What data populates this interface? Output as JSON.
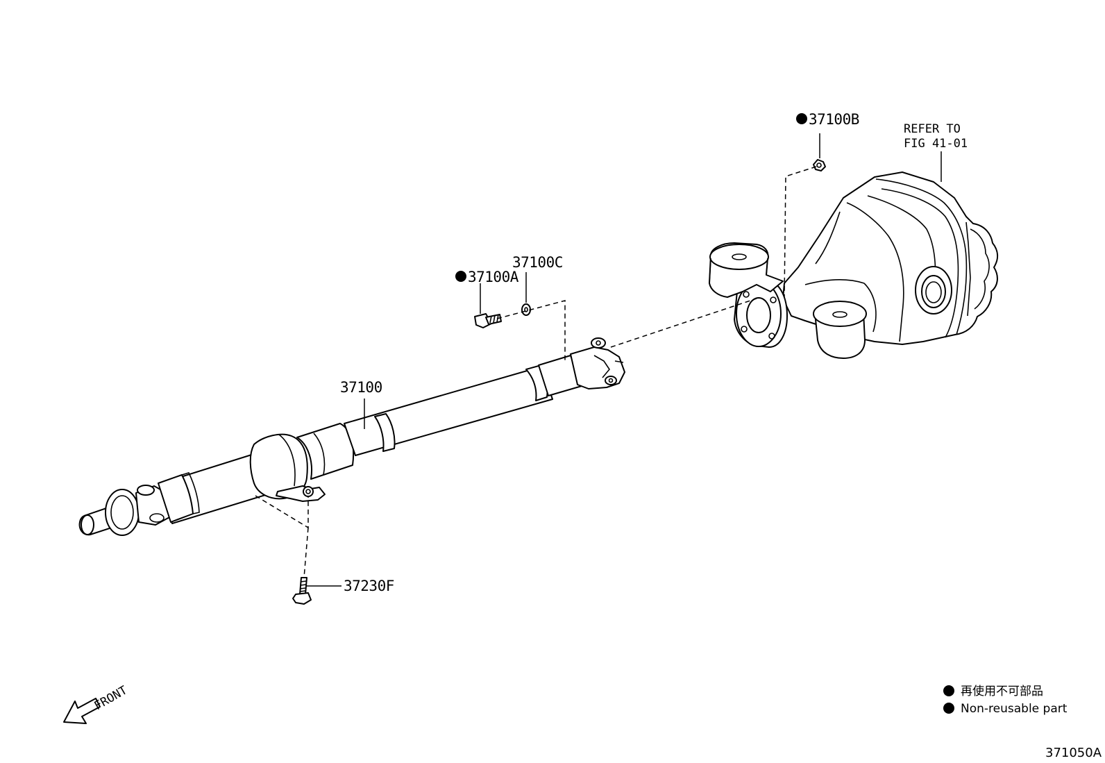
{
  "labels": {
    "bolt_a": "37100A",
    "washer_c": "37100C",
    "nut_b": "37100B",
    "shaft": "37100",
    "bolt_f": "37230F",
    "refer_line1": "REFER TO",
    "refer_line2": "FIG 41-01"
  },
  "orientation": {
    "front_label": "FRONT"
  },
  "legend": {
    "line_jp": "再使用不可部品",
    "line_en": "Non-reusable part"
  },
  "figure_code": "371050A"
}
